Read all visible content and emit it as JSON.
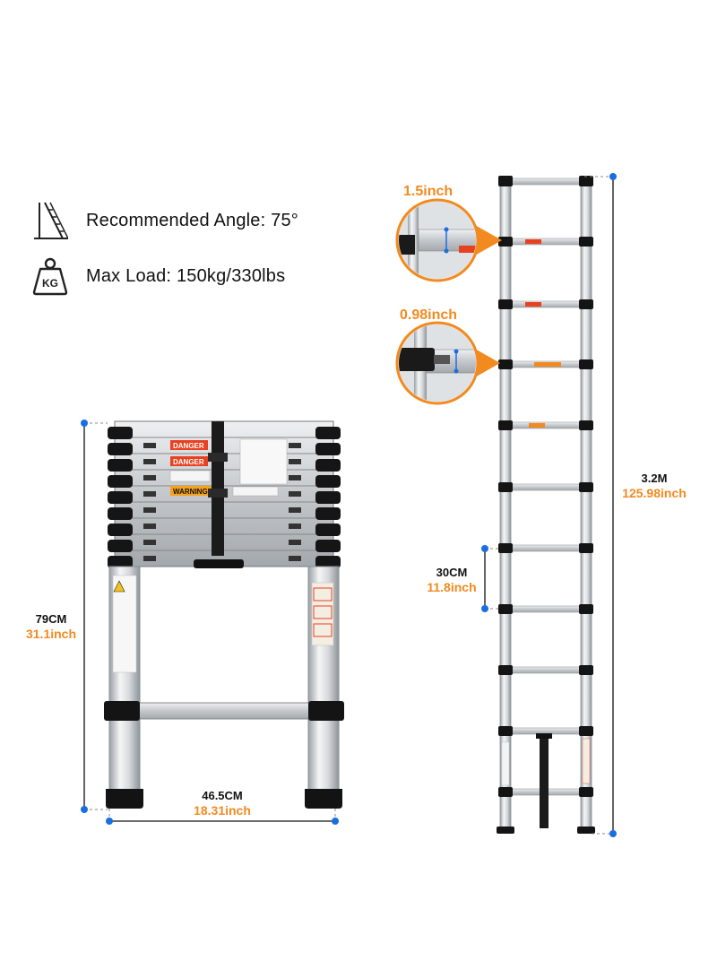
{
  "specs": {
    "angle": {
      "icon": "ladder-angle-icon",
      "text": "Recommended Angle: 75°"
    },
    "load": {
      "icon": "weight-kg-icon",
      "icon_text": "KG",
      "text": "Max Load: 150kg/330lbs"
    }
  },
  "collapsed": {
    "height_metric": "79CM",
    "height_imperial": "31.1inch",
    "width_metric": "46.5CM",
    "width_imperial": "18.31inch",
    "labels": {
      "danger": "DANGER",
      "warning": "WARNING"
    }
  },
  "extended": {
    "height_metric": "3.2M",
    "height_imperial": "125.98inch",
    "spacing_metric": "30CM",
    "spacing_imperial": "11.8inch"
  },
  "callouts": {
    "rung_depth": "1.5inch",
    "gap": "0.98inch"
  },
  "colors": {
    "accent_orange": "#f28a1f",
    "dimension_blue": "#1a6fe0",
    "metal": "#c9cdd1",
    "black": "#111111"
  }
}
